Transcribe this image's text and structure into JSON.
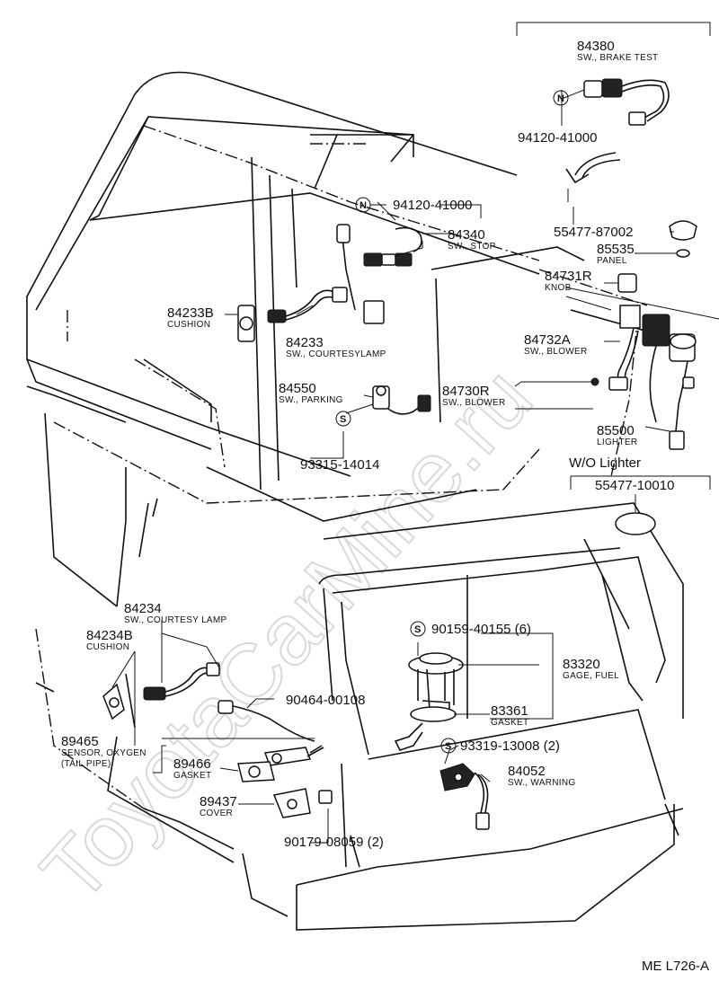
{
  "watermark": "ToyotaCarMine.ru",
  "page_code": "ME L726-A",
  "parts": [
    {
      "id": "p84380",
      "number": "84380",
      "desc": "SW., BRAKE TEST"
    },
    {
      "id": "p94120a",
      "number": "94120-41000",
      "desc": ""
    },
    {
      "id": "p94120b",
      "number": "94120-41000",
      "desc": ""
    },
    {
      "id": "p84340",
      "number": "84340",
      "desc": "SW., STOP"
    },
    {
      "id": "p55477a",
      "number": "55477-87002",
      "desc": ""
    },
    {
      "id": "p85535",
      "number": "85535",
      "desc": "PANEL"
    },
    {
      "id": "p84731R",
      "number": "84731R",
      "desc": "KNOB"
    },
    {
      "id": "p84233B",
      "number": "84233B",
      "desc": "CUSHION"
    },
    {
      "id": "p84233",
      "number": "84233",
      "desc": "SW., COURTESYLAMP"
    },
    {
      "id": "p84732A",
      "number": "84732A",
      "desc": "SW., BLOWER"
    },
    {
      "id": "p84550",
      "number": "84550",
      "desc": "SW., PARKING"
    },
    {
      "id": "p84730R",
      "number": "84730R",
      "desc": "SW., BLOWER"
    },
    {
      "id": "p85500",
      "number": "85500",
      "desc": "LIGHTER"
    },
    {
      "id": "p93315",
      "number": "93315-14014",
      "desc": ""
    },
    {
      "id": "p55477b",
      "number": "55477-10010",
      "desc": ""
    },
    {
      "id": "p84234",
      "number": "84234",
      "desc": "SW., COURTESY LAMP"
    },
    {
      "id": "p84234B",
      "number": "84234B",
      "desc": "CUSHION"
    },
    {
      "id": "p90159",
      "number": "90159-40155 (6)",
      "desc": ""
    },
    {
      "id": "p83320",
      "number": "83320",
      "desc": "GAGE, FUEL"
    },
    {
      "id": "p90464",
      "number": "90464-00108",
      "desc": ""
    },
    {
      "id": "p83361",
      "number": "83361",
      "desc": "GASKET"
    },
    {
      "id": "p89465",
      "number": "89465",
      "desc": "SENSOR, OXYGEN"
    },
    {
      "id": "p93319",
      "number": "93319-13008 (2)",
      "desc": ""
    },
    {
      "id": "p89466",
      "number": "89466",
      "desc": "GASKET"
    },
    {
      "id": "p84052",
      "number": "84052",
      "desc": "SW., WARNING"
    },
    {
      "id": "p89437",
      "number": "89437",
      "desc": "COVER"
    },
    {
      "id": "p90179",
      "number": "90179-08059 (2)",
      "desc": ""
    }
  ],
  "extra_text": {
    "wo_lighter": "W/O Lighter",
    "tail_pipe": "(TAIL PIPE)",
    "mark_n": "N",
    "mark_s": "S"
  }
}
